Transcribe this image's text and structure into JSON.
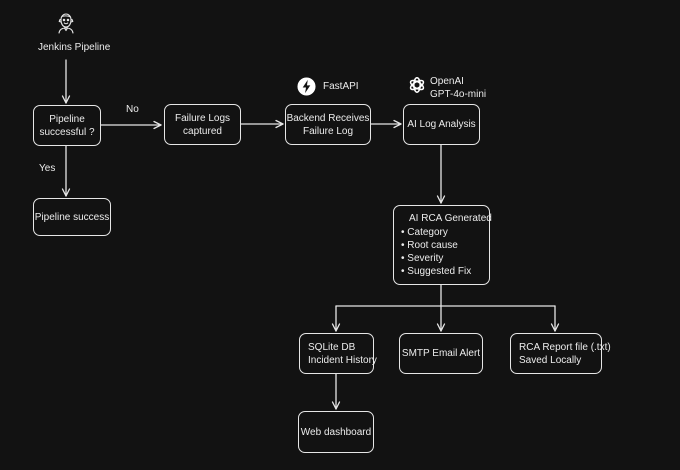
{
  "jenkins": {
    "title": "Jenkins Pipeline",
    "icon": "jenkins-butler-icon"
  },
  "decision": {
    "line1": "Pipeline",
    "line2": "successful ?"
  },
  "edges": {
    "no": "No",
    "yes": "Yes"
  },
  "success": {
    "label": "Pipeline success"
  },
  "failure_logs": {
    "line1": "Failure Logs",
    "line2": "captured"
  },
  "fastapi": {
    "name": "FastAPI",
    "icon": "lightning-bolt-icon"
  },
  "backend": {
    "line1": "Backend Receives",
    "line2": "Failure Log"
  },
  "openai": {
    "line1": "OpenAI",
    "line2": "GPT-4o-mini",
    "icon": "openai-logo-icon"
  },
  "ai_analysis": {
    "label": "AI Log Analysis"
  },
  "rca": {
    "title": "AI RCA Generated",
    "items": [
      "Category",
      "Root cause",
      "Severity",
      "Suggested Fix"
    ]
  },
  "sqlite": {
    "line1": "SQLite DB",
    "line2": "Incident History"
  },
  "smtp": {
    "label": "SMTP Email Alert"
  },
  "report": {
    "line1": "RCA Report file (.txt)",
    "line2": "Saved Locally"
  },
  "dashboard": {
    "label": "Web dashboard"
  },
  "colors": {
    "background": "#121212",
    "stroke": "#e6e6e6",
    "text": "#ececec"
  }
}
